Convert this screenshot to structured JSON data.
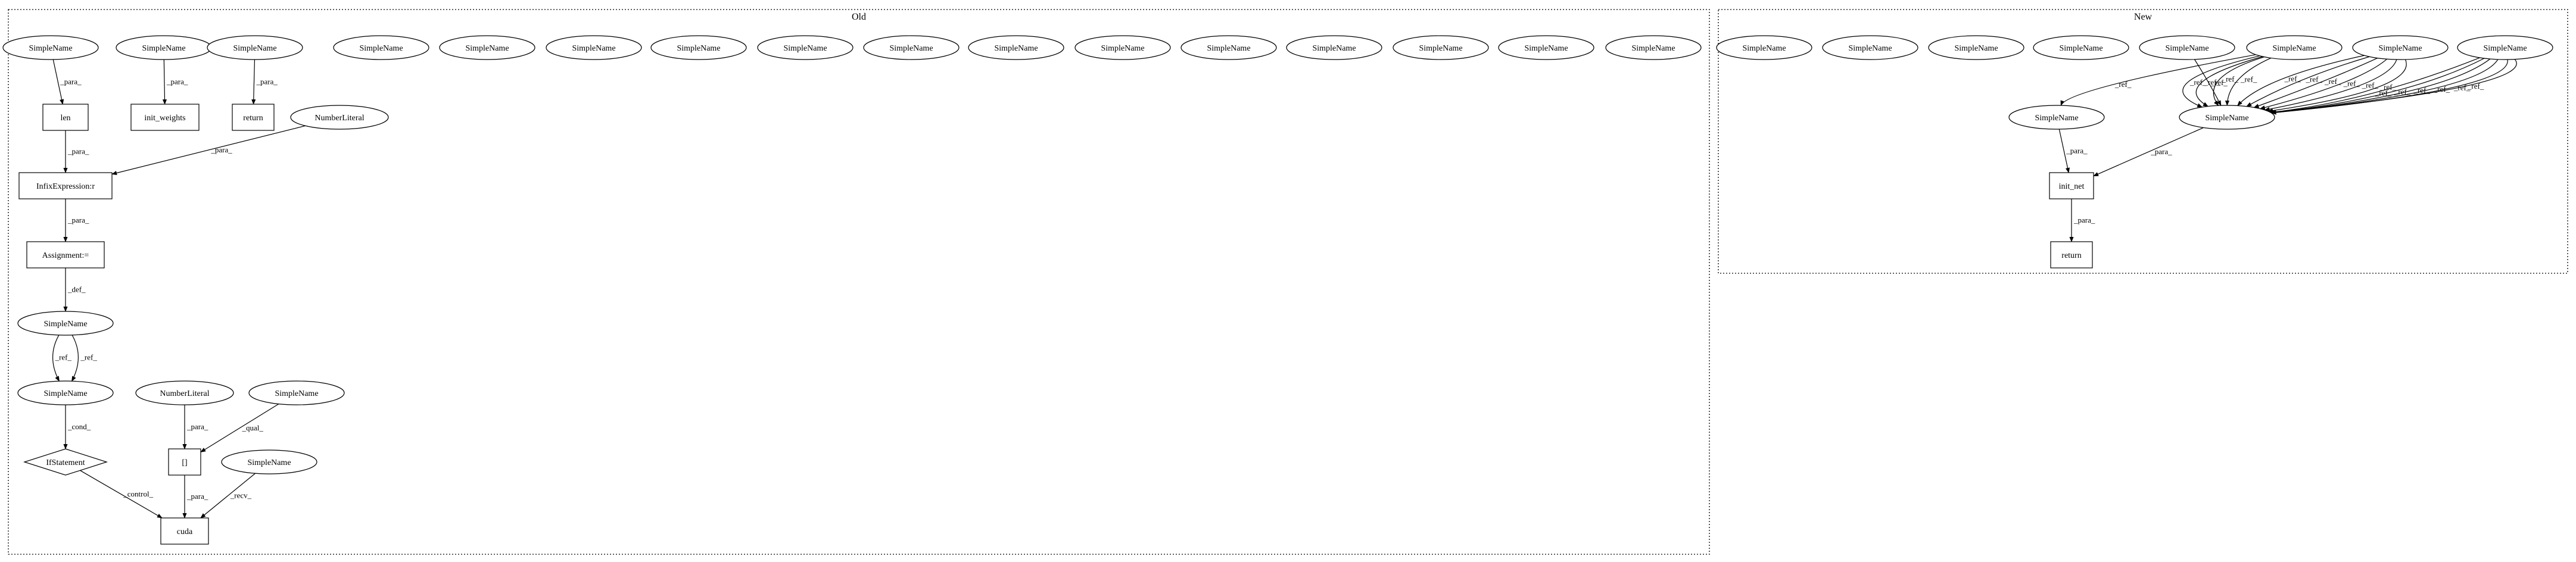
{
  "clusters": [
    {
      "id": "old",
      "label": "Old"
    },
    {
      "id": "new",
      "label": "New"
    }
  ],
  "nodes": [
    {
      "id": "o_sn_len",
      "cluster": "old",
      "shape": "ellipse",
      "label": "SimpleName"
    },
    {
      "id": "o_sn_init",
      "cluster": "old",
      "shape": "ellipse",
      "label": "SimpleName"
    },
    {
      "id": "o_sn_ret",
      "cluster": "old",
      "shape": "ellipse",
      "label": "SimpleName"
    },
    {
      "id": "o_sn_4",
      "cluster": "old",
      "shape": "ellipse",
      "label": "SimpleName"
    },
    {
      "id": "o_sn_5",
      "cluster": "old",
      "shape": "ellipse",
      "label": "SimpleName"
    },
    {
      "id": "o_sn_6",
      "cluster": "old",
      "shape": "ellipse",
      "label": "SimpleName"
    },
    {
      "id": "o_sn_7",
      "cluster": "old",
      "shape": "ellipse",
      "label": "SimpleName"
    },
    {
      "id": "o_sn_8",
      "cluster": "old",
      "shape": "ellipse",
      "label": "SimpleName"
    },
    {
      "id": "o_sn_9",
      "cluster": "old",
      "shape": "ellipse",
      "label": "SimpleName"
    },
    {
      "id": "o_sn_10",
      "cluster": "old",
      "shape": "ellipse",
      "label": "SimpleName"
    },
    {
      "id": "o_sn_11",
      "cluster": "old",
      "shape": "ellipse",
      "label": "SimpleName"
    },
    {
      "id": "o_sn_12",
      "cluster": "old",
      "shape": "ellipse",
      "label": "SimpleName"
    },
    {
      "id": "o_sn_13",
      "cluster": "old",
      "shape": "ellipse",
      "label": "SimpleName"
    },
    {
      "id": "o_sn_14",
      "cluster": "old",
      "shape": "ellipse",
      "label": "SimpleName"
    },
    {
      "id": "o_sn_15",
      "cluster": "old",
      "shape": "ellipse",
      "label": "SimpleName"
    },
    {
      "id": "o_sn_16",
      "cluster": "old",
      "shape": "ellipse",
      "label": "SimpleName"
    },
    {
      "id": "o_len",
      "cluster": "old",
      "shape": "box",
      "label": "len"
    },
    {
      "id": "o_initw",
      "cluster": "old",
      "shape": "box",
      "label": "init_weights"
    },
    {
      "id": "o_return",
      "cluster": "old",
      "shape": "box",
      "label": "return"
    },
    {
      "id": "o_numlit1",
      "cluster": "old",
      "shape": "ellipse",
      "label": "NumberLiteral"
    },
    {
      "id": "o_infix",
      "cluster": "old",
      "shape": "box",
      "label": "InfixExpression:r"
    },
    {
      "id": "o_assign",
      "cluster": "old",
      "shape": "box",
      "label": "Assignment:="
    },
    {
      "id": "o_sn_def",
      "cluster": "old",
      "shape": "ellipse",
      "label": "SimpleName"
    },
    {
      "id": "o_sn_cond",
      "cluster": "old",
      "shape": "ellipse",
      "label": "SimpleName"
    },
    {
      "id": "o_if",
      "cluster": "old",
      "shape": "diamond",
      "label": "IfStatement"
    },
    {
      "id": "o_numlit2",
      "cluster": "old",
      "shape": "ellipse",
      "label": "NumberLiteral"
    },
    {
      "id": "o_sn_qual",
      "cluster": "old",
      "shape": "ellipse",
      "label": "SimpleName"
    },
    {
      "id": "o_index",
      "cluster": "old",
      "shape": "box",
      "label": "[]"
    },
    {
      "id": "o_sn_recv",
      "cluster": "old",
      "shape": "ellipse",
      "label": "SimpleName"
    },
    {
      "id": "o_cuda",
      "cluster": "old",
      "shape": "box",
      "label": "cuda"
    },
    {
      "id": "n_sn_1",
      "cluster": "new",
      "shape": "ellipse",
      "label": "SimpleName"
    },
    {
      "id": "n_sn_2",
      "cluster": "new",
      "shape": "ellipse",
      "label": "SimpleName"
    },
    {
      "id": "n_sn_3",
      "cluster": "new",
      "shape": "ellipse",
      "label": "SimpleName"
    },
    {
      "id": "n_sn_4",
      "cluster": "new",
      "shape": "ellipse",
      "label": "SimpleName"
    },
    {
      "id": "n_sn_a",
      "cluster": "new",
      "shape": "ellipse",
      "label": "SimpleName"
    },
    {
      "id": "n_sn_b",
      "cluster": "new",
      "shape": "ellipse",
      "label": "SimpleName"
    },
    {
      "id": "n_sn_c",
      "cluster": "new",
      "shape": "ellipse",
      "label": "SimpleName"
    },
    {
      "id": "n_sn_d",
      "cluster": "new",
      "shape": "ellipse",
      "label": "SimpleName"
    },
    {
      "id": "n_sn_left",
      "cluster": "new",
      "shape": "ellipse",
      "label": "SimpleName"
    },
    {
      "id": "n_sn_hub",
      "cluster": "new",
      "shape": "ellipse",
      "label": "SimpleName"
    },
    {
      "id": "n_initnet",
      "cluster": "new",
      "shape": "box",
      "label": "init_net"
    },
    {
      "id": "n_return",
      "cluster": "new",
      "shape": "box",
      "label": "return"
    }
  ],
  "edges": [
    {
      "from": "o_sn_len",
      "to": "o_len",
      "label": "_para_"
    },
    {
      "from": "o_sn_init",
      "to": "o_initw",
      "label": "_para_"
    },
    {
      "from": "o_sn_ret",
      "to": "o_return",
      "label": "_para_"
    },
    {
      "from": "o_len",
      "to": "o_infix",
      "label": "_para_"
    },
    {
      "from": "o_numlit1",
      "to": "o_infix",
      "label": "_para_"
    },
    {
      "from": "o_infix",
      "to": "o_assign",
      "label": "_para_"
    },
    {
      "from": "o_assign",
      "to": "o_sn_def",
      "label": "_def_"
    },
    {
      "from": "o_sn_def",
      "to": "o_sn_cond",
      "label": "_ref_"
    },
    {
      "from": "o_sn_def",
      "to": "o_sn_cond",
      "label": "_ref_"
    },
    {
      "from": "o_sn_cond",
      "to": "o_if",
      "label": "_cond_"
    },
    {
      "from": "o_numlit2",
      "to": "o_index",
      "label": "_para_"
    },
    {
      "from": "o_sn_qual",
      "to": "o_index",
      "label": "_qual_"
    },
    {
      "from": "o_if",
      "to": "o_cuda",
      "label": "_control_"
    },
    {
      "from": "o_index",
      "to": "o_cuda",
      "label": "_para_"
    },
    {
      "from": "o_sn_recv",
      "to": "o_cuda",
      "label": "_recv_"
    },
    {
      "from": "n_sn_a",
      "to": "n_sn_hub",
      "label": "_ref_"
    },
    {
      "from": "n_sn_b",
      "to": "n_sn_left",
      "label": "_ref_"
    },
    {
      "from": "n_sn_b",
      "to": "n_sn_hub",
      "label": "_ref_"
    },
    {
      "from": "n_sn_b",
      "to": "n_sn_hub",
      "label": "_ref_"
    },
    {
      "from": "n_sn_b",
      "to": "n_sn_hub",
      "label": "_ref_"
    },
    {
      "from": "n_sn_b",
      "to": "n_sn_hub",
      "label": "_ref_"
    },
    {
      "from": "n_sn_c",
      "to": "n_sn_hub",
      "label": "_ref_"
    },
    {
      "from": "n_sn_c",
      "to": "n_sn_hub",
      "label": "_ref_"
    },
    {
      "from": "n_sn_c",
      "to": "n_sn_hub",
      "label": "_ref_"
    },
    {
      "from": "n_sn_c",
      "to": "n_sn_hub",
      "label": "_ref_"
    },
    {
      "from": "n_sn_c",
      "to": "n_sn_hub",
      "label": "_ref_"
    },
    {
      "from": "n_sn_c",
      "to": "n_sn_hub",
      "label": "_ref_"
    },
    {
      "from": "n_sn_d",
      "to": "n_sn_hub",
      "label": "_ref_"
    },
    {
      "from": "n_sn_d",
      "to": "n_sn_hub",
      "label": "_ref_"
    },
    {
      "from": "n_sn_d",
      "to": "n_sn_hub",
      "label": "_ref_"
    },
    {
      "from": "n_sn_d",
      "to": "n_sn_hub",
      "label": "_ref_"
    },
    {
      "from": "n_sn_d",
      "to": "n_sn_hub",
      "label": "_ref_"
    },
    {
      "from": "n_sn_d",
      "to": "n_sn_hub",
      "label": "_ref_"
    },
    {
      "from": "n_sn_left",
      "to": "n_initnet",
      "label": "_para_"
    },
    {
      "from": "n_sn_hub",
      "to": "n_initnet",
      "label": "_para_"
    },
    {
      "from": "n_initnet",
      "to": "n_return",
      "label": "_para_"
    }
  ]
}
